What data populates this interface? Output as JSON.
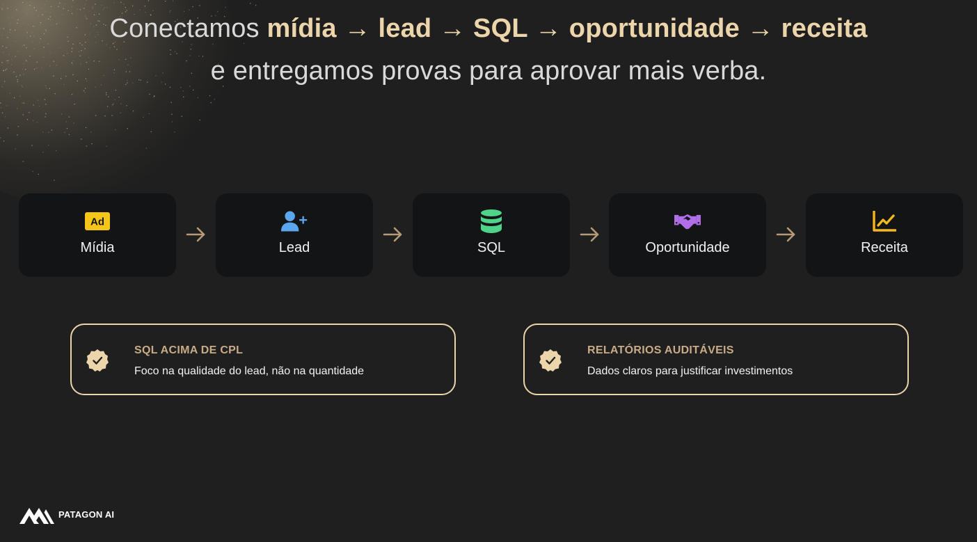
{
  "headline": {
    "line1_prefix": "Conectamos",
    "line1_emphasis": "mídia → lead → SQL → oportunidade → receita",
    "line2": "e entregamos provas para aprovar mais verba."
  },
  "flow": {
    "steps": [
      {
        "label": "Mídia",
        "icon": "ad-icon",
        "icon_color": "#f5c518",
        "icon_text": "Ad"
      },
      {
        "label": "Lead",
        "icon": "user-plus-icon",
        "icon_color": "#5aa7f0"
      },
      {
        "label": "SQL",
        "icon": "database-icon",
        "icon_color": "#4fd38a"
      },
      {
        "label": "Oportunidade",
        "icon": "handshake-icon",
        "icon_color": "#b06ee8"
      },
      {
        "label": "Receita",
        "icon": "chart-line-icon",
        "icon_color": "#f5b81c"
      }
    ],
    "arrow_color": "#b59b77"
  },
  "features": [
    {
      "title": "SQL ACIMA DE CPL",
      "description": "Foco na qualidade do lead, não na quantidade"
    },
    {
      "title": "RELATÓRIOS AUDITÁVEIS",
      "description": "Dados claros para justificar investimentos"
    }
  ],
  "brand": {
    "name": "PATAGON AI"
  },
  "colors": {
    "background": "#1f1f1f",
    "accent": "#ecd4ab",
    "card": "#131416",
    "feature_title": "#c9ac87"
  }
}
